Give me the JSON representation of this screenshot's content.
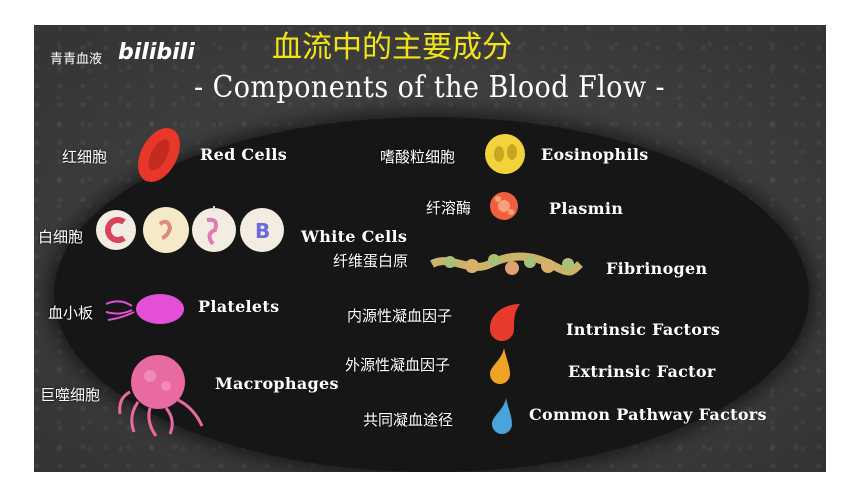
{
  "watermark": {
    "channel": "青青血液",
    "logo": "bilibili"
  },
  "title": {
    "cn": "血流中的主要成分",
    "en": "- Components of the Blood Flow -"
  },
  "left_items": [
    {
      "cn": "红细胞",
      "en": "Red Cells",
      "icon": "red-blood-cell-icon",
      "color": "#e8372a"
    },
    {
      "cn": "白细胞",
      "en": "White Cells",
      "icon": "white-blood-cell-icon",
      "color": "#f6e9c8"
    },
    {
      "cn": "血小板",
      "en": "Platelets",
      "icon": "platelet-icon",
      "color": "#e34fd6"
    },
    {
      "cn": "巨噬细胞",
      "en": "Macrophages",
      "icon": "macrophage-icon",
      "color": "#e86aa0"
    }
  ],
  "right_items": [
    {
      "cn": "嗜酸粒细胞",
      "en": "Eosinophils",
      "icon": "eosinophil-icon",
      "color": "#f2d33c"
    },
    {
      "cn": "纤溶酶",
      "en": "Plasmin",
      "icon": "plasmin-icon",
      "color": "#f0603e"
    },
    {
      "cn": "纤维蛋白原",
      "en": "Fibrinogen",
      "icon": "fibrinogen-icon",
      "color": "#c9b46a"
    },
    {
      "cn": "内源性凝血因子",
      "en": "Intrinsic Factors",
      "icon": "red-drop-icon",
      "color": "#e83a2a"
    },
    {
      "cn": "外源性凝血因子",
      "en": "Extrinsic Factor",
      "icon": "orange-drop-icon",
      "color": "#f0a323"
    },
    {
      "cn": "共同凝血途径",
      "en": "Common Pathway Factors",
      "icon": "blue-drop-icon",
      "color": "#4aa3d9"
    }
  ]
}
